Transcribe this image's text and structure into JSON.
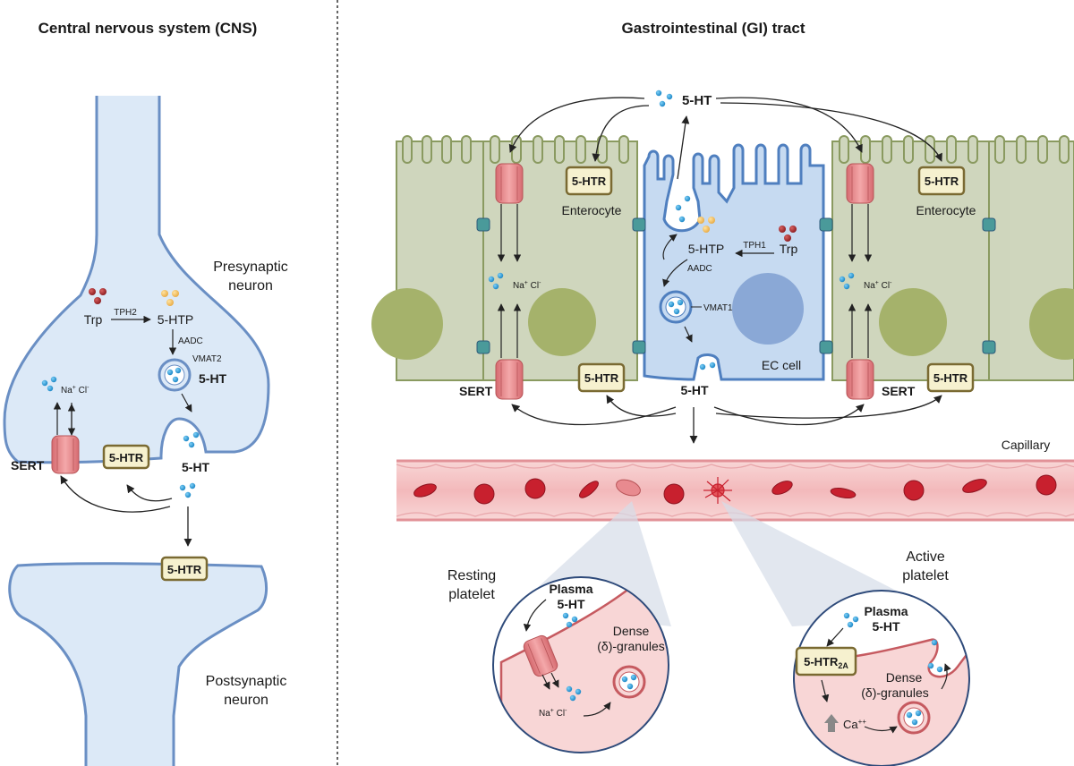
{
  "cns": {
    "title": "Central nervous system (CNS)",
    "presynaptic_1": "Presynaptic",
    "presynaptic_2": "neuron",
    "postsynaptic_1": "Postsynaptic",
    "postsynaptic_2": "neuron",
    "trp": "Trp",
    "tph2": "TPH2",
    "htp": "5-HTP",
    "aadc": "AADC",
    "vmat2": "VMAT2",
    "ht_vesicle": "5-HT",
    "ht_cleft": "5-HT",
    "na": "Na",
    "cl": "Cl",
    "sert": "SERT",
    "htr_pre": "5-HTR",
    "htr_post": "5-HTR"
  },
  "gi": {
    "title": "Gastrointestinal (GI) tract",
    "ht_top": "5-HT",
    "htr_tl": "5-HTR",
    "htr_tr": "5-HTR",
    "enterocyte_l": "Enterocyte",
    "enterocyte_r": "Enterocyte",
    "htp": "5-HTP",
    "tph1": "TPH1",
    "trp": "Trp",
    "aadc": "AADC",
    "vmat1": "VMAT1",
    "ec_cell": "EC cell",
    "ht_bottom": "5-HT",
    "na_l": "Na",
    "cl_l": "Cl",
    "na_r": "Na",
    "cl_r": "Cl",
    "sert_l": "SERT",
    "sert_r": "SERT",
    "htr_bl": "5-HTR",
    "htr_br": "5-HTR",
    "capillary": "Capillary",
    "resting_1": "Resting",
    "resting_2": "platelet",
    "active_1": "Active",
    "active_2": "platelet",
    "plasma_l": "Plasma",
    "plasma_ht_l": "5-HT",
    "dense_l1": "Dense",
    "dense_l2": "(δ)-granules",
    "na_plt": "Na",
    "cl_plt": "Cl",
    "plasma_r": "Plasma",
    "plasma_ht_r": "5-HT",
    "htr2a": "5-HTR",
    "htr2a_sub": "2A",
    "dense_r1": "Dense",
    "dense_r2": "(δ)-granules",
    "ca": "Ca",
    "ca_sup": "++"
  },
  "colors": {
    "neuron_fill": "#dce9f7",
    "neuron_stroke": "#6a8fc4",
    "cell_fill": "#cfd6bd",
    "cell_stroke": "#8a9a60",
    "nucleus": "#a5b26b",
    "ec_fill": "#c6daf1",
    "serotonin_dot": "#2d9cd8",
    "trp_dot": "#a3282c",
    "htp_dot": "#f1c063",
    "sert_fill": "#e58b8e",
    "htr_fill": "#f6f1cf",
    "htr_stroke": "#7a6a32",
    "capillary": "#f5c2c4",
    "rbc": "#c8202e",
    "platelet_cell": "#f8d6d6"
  }
}
